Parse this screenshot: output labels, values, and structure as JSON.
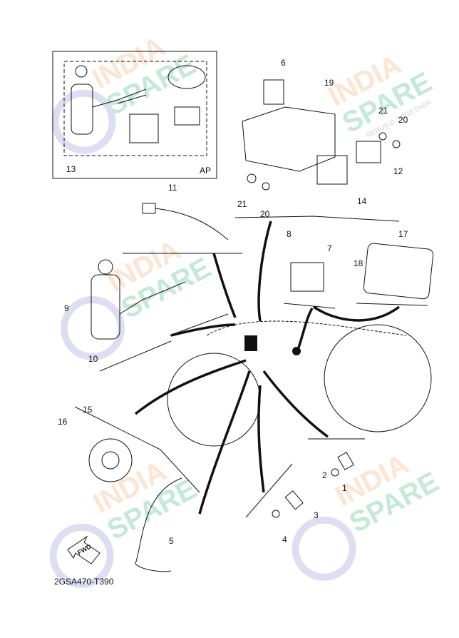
{
  "diagram": {
    "code": "2GSA470-T390",
    "fwd_label": "FWD",
    "ap_label": "AP",
    "callouts": [
      "6",
      "19",
      "21",
      "20",
      "12",
      "14",
      "21",
      "20",
      "13",
      "11",
      "8",
      "7",
      "17",
      "18",
      "9",
      "10",
      "16",
      "15",
      "2",
      "1",
      "3",
      "4",
      "5"
    ]
  },
  "watermark": {
    "line1": "INDIA",
    "line2": "SPARE",
    "tagline": "REBUILD TOGETHER"
  }
}
